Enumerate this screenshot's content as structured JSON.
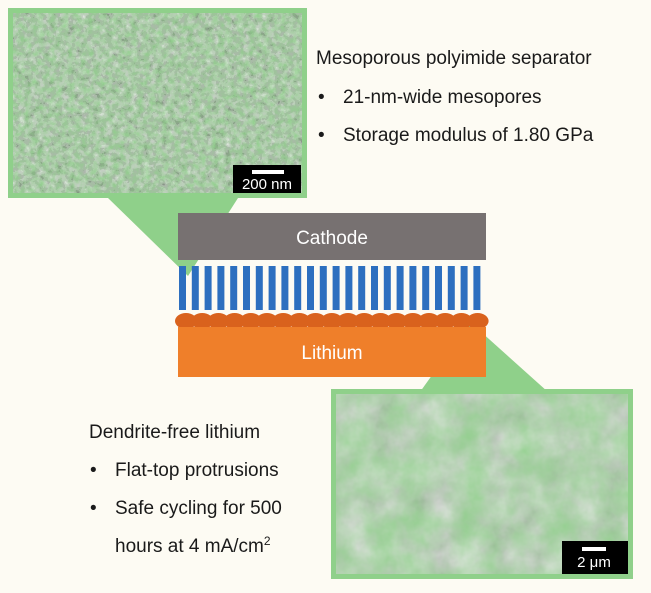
{
  "top_panel": {
    "heading": "Mesoporous polyimide separator",
    "bullets": [
      "21-nm-wide mesopores",
      "Storage modulus of 1.80 GPa"
    ],
    "scale_bar_label": "200 nm"
  },
  "diagram": {
    "cathode_label": "Cathode",
    "lithium_label": "Lithium",
    "colors": {
      "cathode": "#777171",
      "separator_stripe": "#2d6fbf",
      "lithium": "#ef7f2a",
      "lithium_bumps": "#d9621d",
      "callout": "#8fd08a",
      "frame": "#8fd08a"
    }
  },
  "bottom_panel": {
    "heading": "Dendrite-free lithium",
    "bullets": [
      "Flat-top protrusions",
      "Safe cycling for 500"
    ],
    "last_line_prefix": "hours at 4 mA/cm",
    "last_line_sup": "2",
    "scale_bar_label": "2 μm"
  },
  "bullet_glyph": "•"
}
